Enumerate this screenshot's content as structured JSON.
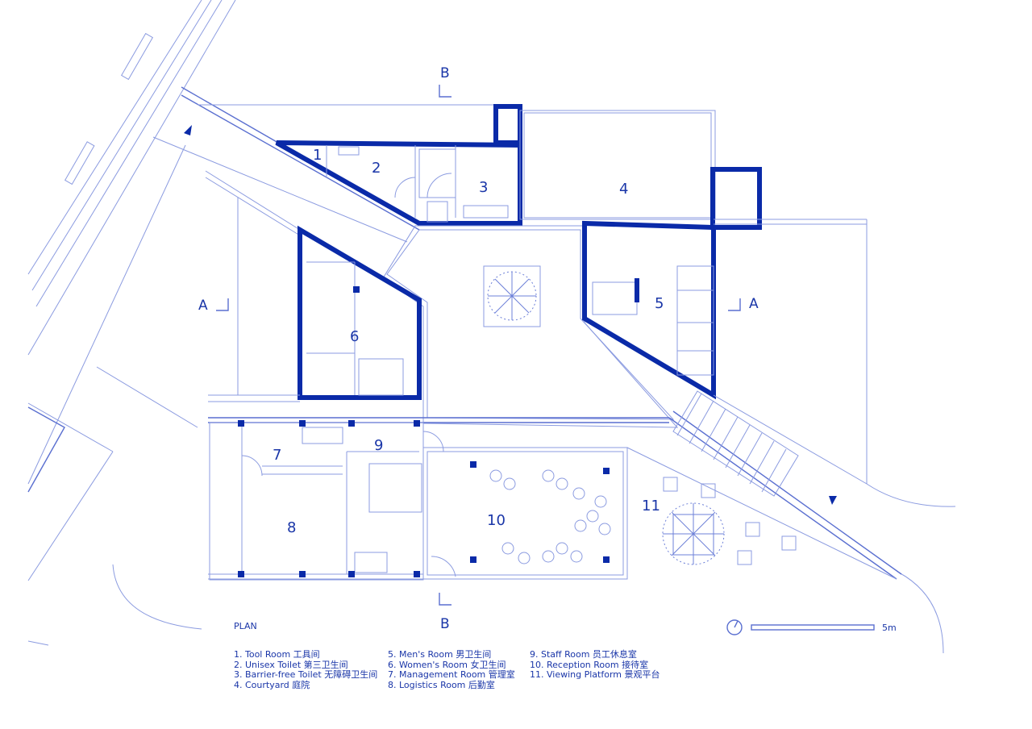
{
  "title": "PLAN",
  "section_marks": {
    "a": "A",
    "b": "B"
  },
  "room_numbers": [
    "1",
    "2",
    "3",
    "4",
    "5",
    "6",
    "7",
    "8",
    "9",
    "10",
    "11"
  ],
  "legend": {
    "col1": [
      "1. Tool Room  工具间",
      "2. Unisex Toilet  第三卫生间",
      "3. Barrier-free Toilet  无障碍卫生间",
      "4. Courtyard  庭院"
    ],
    "col2": [
      "5. Men's Room  男卫生间",
      "6. Women's Room  女卫生间",
      "7. Management Room  管理室",
      "8. Logistics Room  后勤室"
    ],
    "col3": [
      "9. Staff Room  员工休息室",
      "10. Reception Room  接待室",
      "11. Viewing Platform  景观平台"
    ]
  },
  "scale_bar": {
    "label": "5m"
  },
  "colors": {
    "wall": "#0a2aa8",
    "line": "#8b9be0",
    "text": "#1a36a8"
  }
}
